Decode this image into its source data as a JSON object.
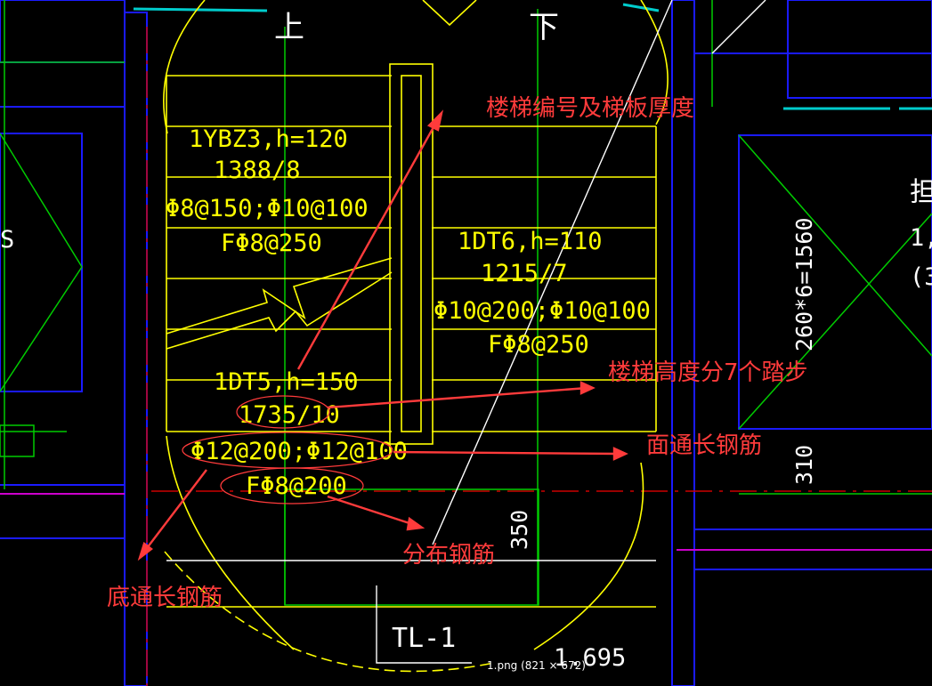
{
  "colors": {
    "background": "#000000",
    "wall_blue": "#1a1aff",
    "grid_green": "#00cc00",
    "stair_yellow": "#ffff00",
    "cyan": "#00cccc",
    "annotation_red": "#ff3b3b",
    "white": "#ffffff",
    "magenta": "#cc00cc",
    "axis_red": "#cc0000"
  },
  "drawing": {
    "direction_up": "上",
    "direction_down": "下",
    "flight_left": {
      "code": "1YBZ3,h=120",
      "dims": "1388/8",
      "bottom_bars": "Φ8@150;Φ10@100",
      "distribution": "FΦ8@250"
    },
    "flight_right": {
      "code": "1DT6,h=110",
      "dims": "1215/7",
      "bottom_bars": "Φ10@200;Φ10@100",
      "distribution": "FΦ8@250"
    },
    "flight_lower": {
      "code": "1DT5,h=150",
      "dims": "1735/10",
      "bottom_bars": "Φ12@200;Φ12@100",
      "distribution": "FΦ8@200"
    },
    "dim_right_vertical": "260*6=1560",
    "dim_right_small": "310",
    "dim_350": "350",
    "beam_label": "TL-1",
    "elevation": "1.695",
    "left_edge_letter": "S",
    "right_edge_char": "担",
    "right_edge_text": "1,",
    "right_edge_paren": "(3",
    "image_caption": "1.png (821 × 672)"
  },
  "annotations": {
    "stair_code": "楼梯编号及梯板厚度",
    "stair_height": "楼梯高度分7个踏步",
    "top_rebar": "面通长钢筋",
    "distribution_rebar": "分布钢筋",
    "bottom_rebar": "底通长钢筋"
  }
}
